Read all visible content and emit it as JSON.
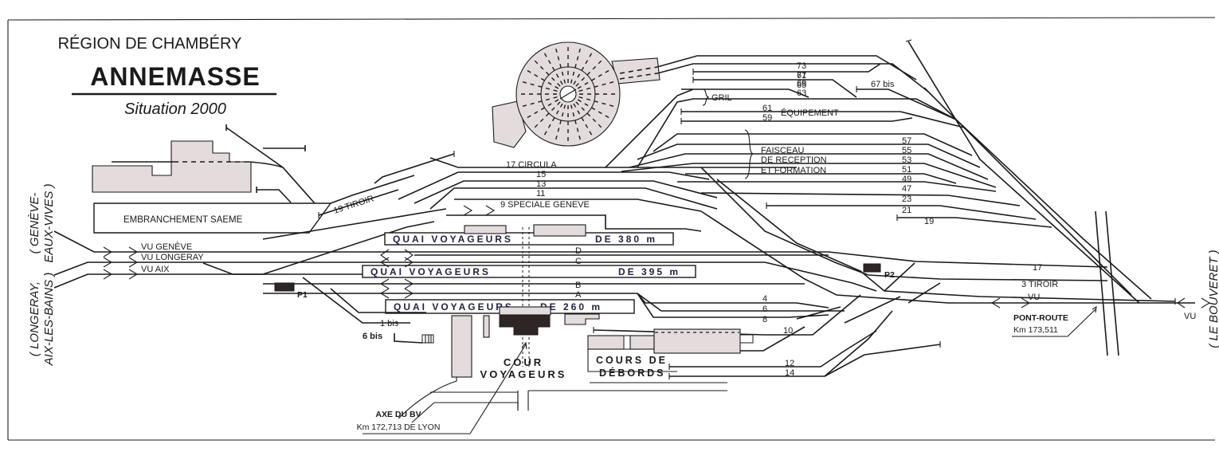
{
  "header": {
    "region": "RÉGION DE CHAMBÉRY",
    "station": "ANNEMASSE",
    "subtitle": "Situation 2000"
  },
  "directions": {
    "left_top": [
      "( GENÈVE-",
      "EAUX-VIVES )"
    ],
    "left_bottom": [
      "( LONGERAY,",
      "AIX-LES-BAINS )"
    ],
    "right": "( LE BOUVERET )"
  },
  "areas": {
    "embranchement": "EMBRANCHEMENT SAEME",
    "gril": "GRIL",
    "equipement": "ÉQUIPEMENT",
    "faisceau": [
      "FAISCEAU",
      "DE RECEPTION",
      "ET FORMATION"
    ],
    "cour_voyageurs": [
      "COUR",
      "VOYAGEURS"
    ],
    "cours_debords": [
      "COURS DE",
      "DÉBORDS"
    ]
  },
  "platforms": [
    {
      "left": "QUAI  VOYAGEURS",
      "right": "DE 380 m"
    },
    {
      "left": "QUAI  VOYAGEURS",
      "right": "DE 395 m"
    },
    {
      "left": "QUAI  VOYAGEURS",
      "right": "DE 260 m"
    }
  ],
  "main_lines": {
    "vu_geneve": "VU  GENÈVE",
    "vu_longeray": "VU  LONGERAY",
    "vu_aix": "VU  AIX",
    "vu_east": "VU",
    "vu_end": "VU",
    "tiroir3": "3 TIROIR",
    "track17": "17"
  },
  "station_tracks": {
    "circula": "17 CIRCULA",
    "t15": "15",
    "t13": "13",
    "t11": "11",
    "t9": "9 SPECIALE GENEVE",
    "tiroir19": "19 TIROIR",
    "D": "D",
    "C": "C",
    "B": "B",
    "A": "A",
    "t1bis": "1 bis",
    "t6bis": "6 bis"
  },
  "yard_tracks": {
    "t73": "73",
    "t71": "71",
    "t69": "69",
    "t67": "67",
    "t65": "65",
    "t63": "63",
    "t67bis": "67 bis",
    "t61": "61",
    "t59": "59",
    "t57": "57",
    "t55": "55",
    "t53": "53",
    "t51": "51",
    "t49": "49",
    "t47": "47",
    "t23": "23",
    "t21": "21",
    "t19": "19"
  },
  "south_tracks": {
    "t4": "4",
    "t6": "6",
    "t8": "8",
    "t10": "10",
    "t12": "12",
    "t14": "14"
  },
  "posts": {
    "p1": "P1",
    "p2": "P2"
  },
  "annotations": {
    "axe_bv": [
      "AXE DU BV",
      "Km 172,713 DE LYON"
    ],
    "pont_route": [
      "PONT-ROUTE",
      "Km 173,511"
    ]
  },
  "colors": {
    "ink": "#1a1a1a",
    "building_fill": "#e4dcdc",
    "post_fill": "#2e2624",
    "platform_text": "#222244"
  }
}
